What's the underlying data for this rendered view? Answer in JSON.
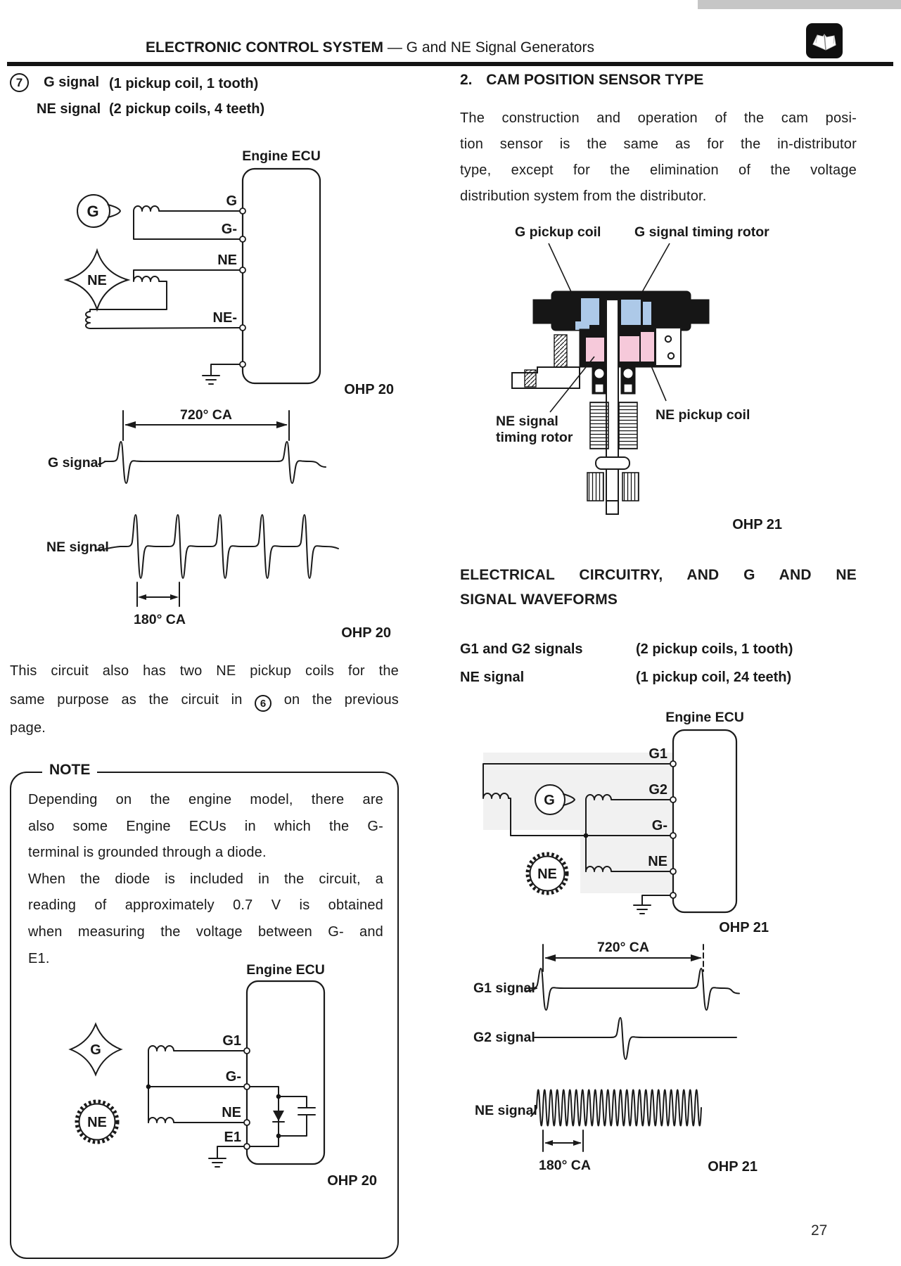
{
  "header": {
    "title": "ELECTRONIC CONTROL SYSTEM",
    "subtitle": "— G and NE Signal Generators",
    "book_icon": "open-book-icon"
  },
  "page_number": "27",
  "colors": {
    "blue": "#adc9e8",
    "pink": "#f6c9da"
  },
  "left_column": {
    "item": {
      "number": "7",
      "row1_name": "G signal",
      "row1_spec": "(1 pickup coil, 1 tooth)",
      "row2_name": "NE signal",
      "row2_spec": "(2 pickup coils, 4 teeth)"
    },
    "circuit1": {
      "ecu": "Engine ECU",
      "t1": "G",
      "t2": "G-",
      "t3": "NE",
      "t4": "NE-",
      "rotor1": "G",
      "rotor2": "NE",
      "ref": "OHP 20"
    },
    "waveform1": {
      "span": "720° CA",
      "sig1": "G signal",
      "sig2": "NE signal",
      "interval": "180° CA",
      "ref": "OHP 20"
    },
    "para": {
      "line1": "This circuit also has two NE pickup coils for the",
      "line2a": "same purpose as the circuit in",
      "line2_circle": "6",
      "line2b": "on the previous",
      "line3": "page."
    },
    "note": {
      "title": "NOTE",
      "line1": "Depending on the engine model, there are",
      "line2": "also some Engine ECUs in which the G-",
      "line3": "terminal is grounded through a diode.",
      "line4": "When the diode is included in the circuit, a",
      "line5": "reading of approximately 0.7 V is obtained",
      "line6": "when measuring the voltage between G- and",
      "line7": "E1.",
      "circuit": {
        "ecu": "Engine ECU",
        "t1": "G1",
        "t2": "G-",
        "t3": "NE",
        "t4": "E1",
        "rotor1": "G",
        "rotor2": "NE",
        "ref": "OHP 20"
      }
    }
  },
  "right_column": {
    "section": {
      "number": "2.",
      "title": "CAM POSITION SENSOR TYPE"
    },
    "para": {
      "line1": "The construction and operation of the cam posi-",
      "line2": "tion sensor is the same as for the in-distributor",
      "line3": "type, except for the elimination of the voltage",
      "line4": "distribution system from the distributor."
    },
    "cam_figure": {
      "label_g_pickup": "G pickup coil",
      "label_g_rotor": "G signal timing rotor",
      "label_ne_rotor_line1": "NE signal",
      "label_ne_rotor_line2": "timing rotor",
      "label_ne_pickup": "NE pickup coil",
      "ref": "OHP 21"
    },
    "heading": {
      "line1": "ELECTRICAL CIRCUITRY, AND G AND NE",
      "line2": "SIGNAL WAVEFORMS"
    },
    "signal_specs": {
      "row1_name": "G1 and G2 signals",
      "row1_spec": "(2 pickup coils, 1 tooth)",
      "row2_name": "NE signal",
      "row2_spec": "(1 pickup coil, 24 teeth)"
    },
    "circuit2": {
      "ecu": "Engine ECU",
      "t1": "G1",
      "t2": "G2",
      "t3": "G-",
      "t4": "NE",
      "rotor1": "G",
      "rotor2": "NE",
      "ref": "OHP 21"
    },
    "waveform2": {
      "span": "720° CA",
      "sig1": "G1 signal",
      "sig2": "G2 signal",
      "sig3": "NE signal",
      "interval": "180° CA",
      "ref": "OHP 21"
    }
  }
}
